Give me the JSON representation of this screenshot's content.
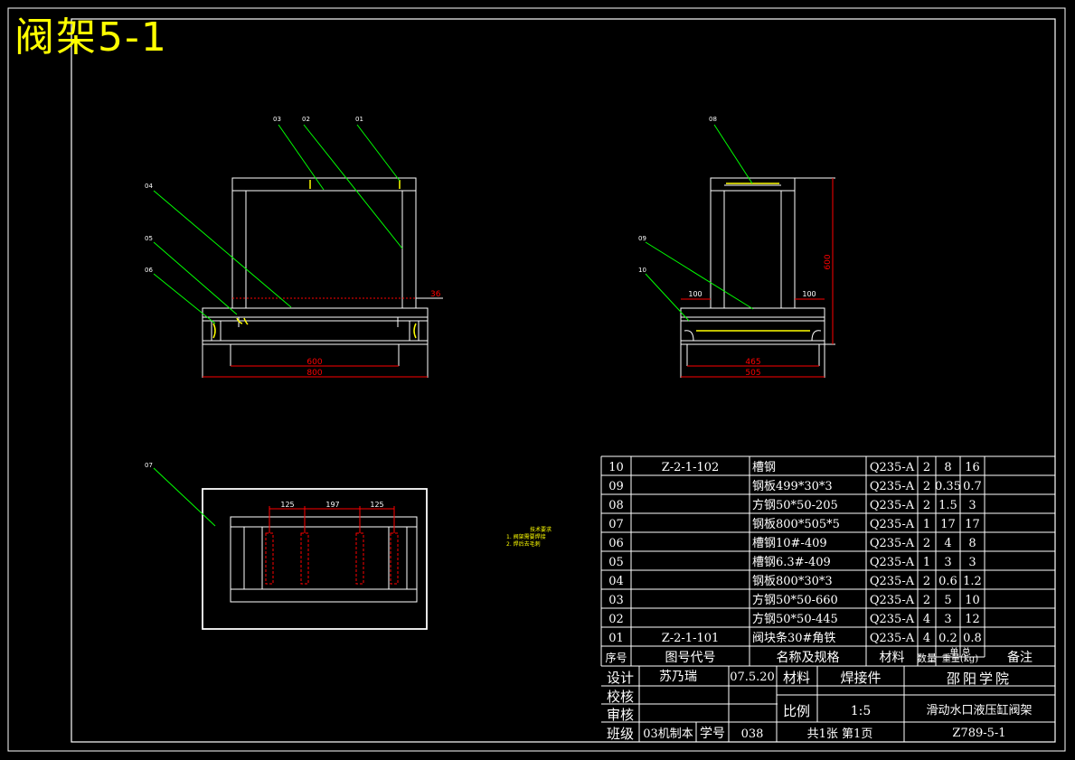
{
  "drawing_title": "阀架5-1",
  "front_view": {
    "callouts": [
      "03",
      "02",
      "01",
      "04",
      "05",
      "06"
    ],
    "dims": [
      "600",
      "800",
      "36"
    ]
  },
  "side_view": {
    "callouts": [
      "08",
      "09",
      "10"
    ],
    "dims": [
      "465",
      "505",
      "600",
      "100",
      "100"
    ]
  },
  "plan_view": {
    "callout": "07",
    "dims": [
      "125",
      "197",
      "125"
    ]
  },
  "tech_notes": {
    "title": "技术要求",
    "items": [
      "1. 阀架需要焊接",
      "2. 焊后去毛刺"
    ]
  },
  "parts_table": {
    "header": [
      "序号",
      "图号代号",
      "名称及规格",
      "材料",
      "数量",
      "重量(kg)",
      "备注"
    ],
    "header_weight_top": "单 总",
    "rows": [
      [
        "10",
        "Z-2-1-102",
        "槽钢",
        "Q235-A",
        "2",
        "8",
        "16"
      ],
      [
        "09",
        "",
        "钢板499*30*3",
        "Q235-A",
        "2",
        "0.35",
        "0.7"
      ],
      [
        "08",
        "",
        "方钢50*50-205",
        "Q235-A",
        "2",
        "1.5",
        "3"
      ],
      [
        "07",
        "",
        "钢板800*505*5",
        "Q235-A",
        "1",
        "17",
        "17"
      ],
      [
        "06",
        "",
        "槽钢10#-409",
        "Q235-A",
        "2",
        "4",
        "8"
      ],
      [
        "05",
        "",
        "槽钢6.3#-409",
        "Q235-A",
        "1",
        "3",
        "3"
      ],
      [
        "04",
        "",
        "钢板800*30*3",
        "Q235-A",
        "2",
        "0.6",
        "1.2"
      ],
      [
        "03",
        "",
        "方钢50*50-660",
        "Q235-A",
        "2",
        "5",
        "10"
      ],
      [
        "02",
        "",
        "方钢50*50-445",
        "Q235-A",
        "4",
        "3",
        "12"
      ],
      [
        "01",
        "Z-2-1-101",
        "阀块条30#角铁",
        "Q235-A",
        "4",
        "0.2",
        "0.8"
      ]
    ]
  },
  "title_block": {
    "design_label": "设计",
    "designer": "苏乃瑞",
    "date": "07.5.20",
    "check_label": "校核",
    "review_label": "审核",
    "class_label": "班级",
    "class_value": "03机制本",
    "student_no_label": "学号",
    "student_no": "038",
    "material_label": "材料",
    "material": "焊接件",
    "scale_label": "比例",
    "scale": "1:5",
    "sheets": "共1张 第1页",
    "school": "邵阳学院",
    "part_name": "滑动水口液压缸阀架",
    "drawing_no": "Z789-5-1"
  },
  "colors": {
    "background": "#000000",
    "lines": "#ffffff",
    "callout_leader": "#00ff00",
    "dimension": "#ff0000",
    "title_text": "#ffff00"
  }
}
